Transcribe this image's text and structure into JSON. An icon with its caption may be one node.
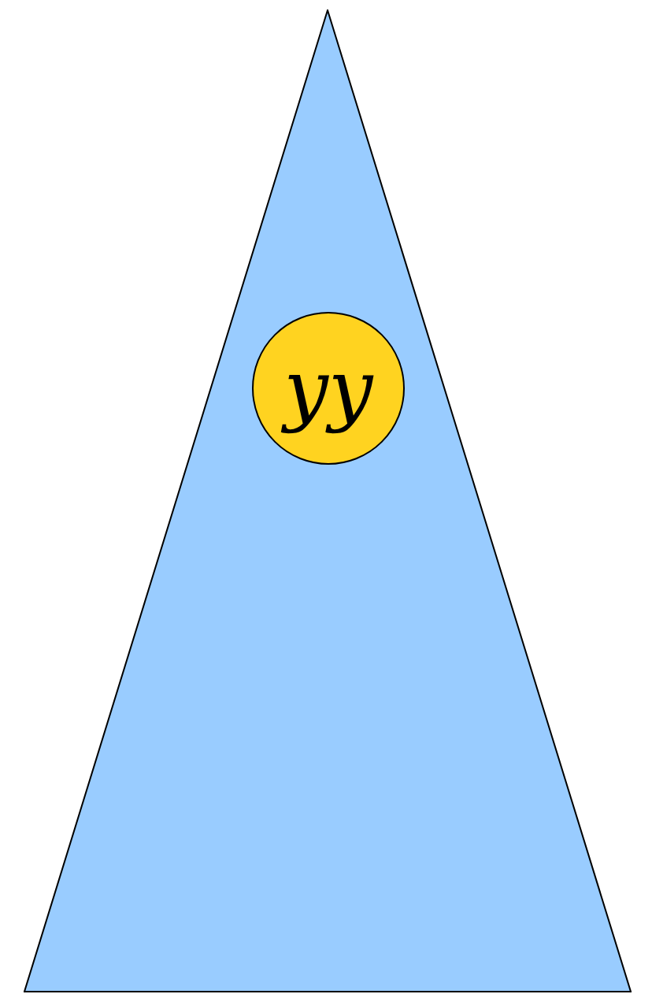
{
  "diagram": {
    "nodes": [
      {
        "text": [],
        "shape": "triangle"
      },
      {
        "text": [
          "yy"
        ],
        "in": 0
      }
    ]
  }
}
